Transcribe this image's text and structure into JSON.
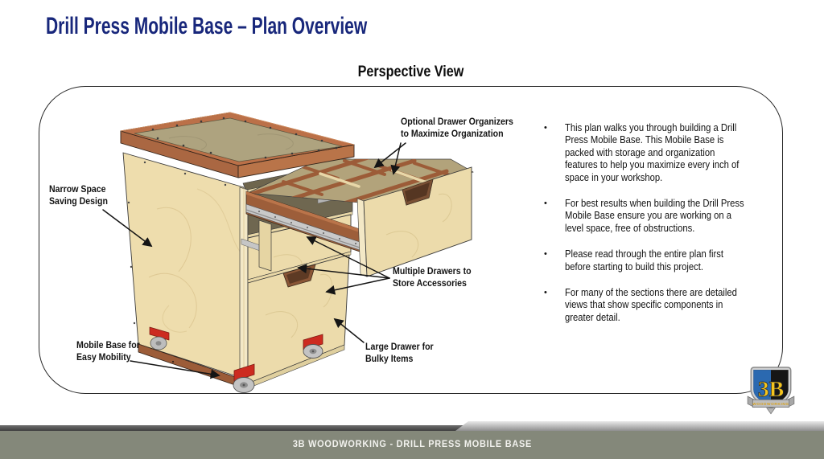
{
  "page": {
    "title": "Drill Press Mobile Base – Plan Overview",
    "view_heading": "Perspective View",
    "bullet_char": "•"
  },
  "callouts": {
    "drawer_organizers": "Optional Drawer Organizers\nto Maximize Organization",
    "narrow_design": "Narrow Space\nSaving Design",
    "multiple_drawers": "Multiple Drawers to\nStore Accessories",
    "large_drawer": "Large Drawer for\nBulky Items",
    "mobile_base": "Mobile Base for\nEasy Mobility"
  },
  "notes": [
    "This plan walks you through building a Drill\nPress Mobile Base.  This Mobile Base is\npacked with storage and organization\nfeatures to help you maximize every inch of\nspace in your workshop.",
    "For best results when building the Drill Press\nMobile Base ensure you are working on  a\nlevel space, free of obstructions.",
    "Please read through the entire plan first\nbefore starting to build this project.",
    "For many of the sections there are detailed\nviews that show specific components in\ngreater detail."
  ],
  "logo": {
    "monogram": "3B",
    "wordmark": "WOODWORKING"
  },
  "footer": {
    "label": "3B WOODWORKING - DRILL PRESS MOBILE BASE"
  },
  "colors": {
    "title_blue": "#18277b",
    "plywood": "#ecdbab",
    "cherry_trim": "#b5714a",
    "top_panel": "#aea37f",
    "caster_red": "#cc2b20",
    "footer_bar": "#84887a",
    "logo_blue": "#2b69b0",
    "logo_gold": "#f6c51c"
  }
}
